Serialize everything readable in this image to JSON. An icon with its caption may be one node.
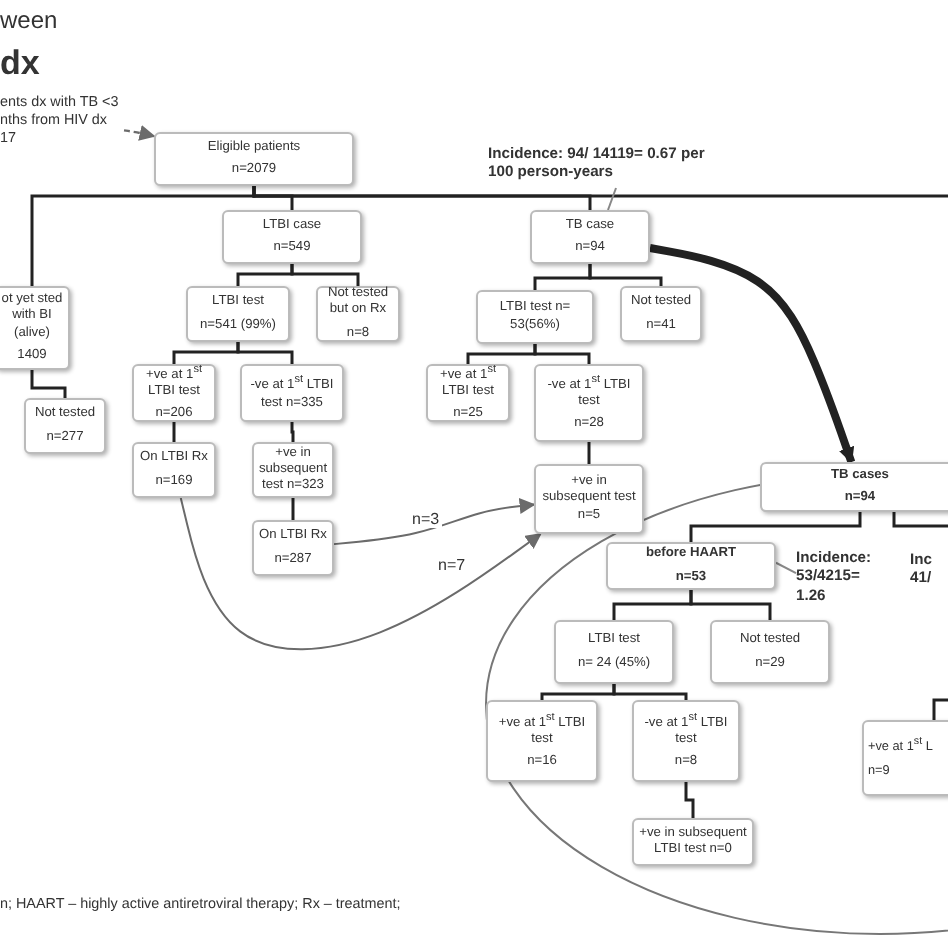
{
  "diagram": {
    "nodes": [
      {
        "text": [
          "ents dx with TB <3 nths from HIV dx 17"
        ]
      },
      {
        "text": [
          "Eligible patients",
          "n=2079"
        ]
      },
      {
        "text": [
          "LTBI case",
          "n=549"
        ]
      },
      {
        "text": [
          "ot yet sted with BI (alive)",
          "1409"
        ]
      },
      {
        "text": [
          "Not tested",
          "n=277"
        ]
      },
      {
        "text": [
          "LTBI test",
          "n=541 (99%)"
        ]
      },
      {
        "text": [
          "Not tested but on Rx",
          "n=8"
        ]
      },
      {
        "text": [
          "+ve at 1$^{st}$ LTBI test",
          "n=206"
        ]
      },
      {
        "text": [
          "-ve at 1$^{st}$ LTBI test n=335"
        ]
      },
      {
        "text": [
          "On LTBI Rx",
          "n=169"
        ]
      },
      {
        "text": [
          "+ve in subsequent test n=323"
        ]
      },
      {
        "text": [
          "On LTBI Rx",
          "n=287"
        ]
      },
      {
        "text": [
          "Incidence: 94/ 14119= 0.67 per 100 person-years"
        ]
      },
      {
        "text": [
          "TB case",
          "n=94"
        ]
      },
      {
        "text": [
          "LTBI test n= 53(56%)"
        ]
      },
      {
        "text": [
          "Not tested",
          "n=41"
        ]
      },
      {
        "text": [
          "+ve at 1$^{st}$ LTBI test",
          "n=25"
        ]
      },
      {
        "text": [
          "-ve at 1$^{st}$ LTBI test",
          "n=28"
        ]
      },
      {
        "text": [
          "+ve in subsequent test n=5"
        ]
      },
      {
        "text": [
          "TB cases",
          "n=94"
        ]
      },
      {
        "text": [
          "before HAART",
          "n=53"
        ]
      },
      {
        "text": [
          "Incidence: 53/4215= 1.26"
        ]
      },
      {
        "text": [
          "LTBI test",
          "n= 24 (45%)"
        ]
      },
      {
        "text": [
          "Not tested",
          "n=29"
        ]
      },
      {
        "text": [
          "+ve at 1$^{st}$ LTBI test",
          "n=16"
        ]
      },
      {
        "text": [
          "-ve at 1$^{st}$ LTBI test",
          "n=8"
        ]
      },
      {
        "text": [
          "+ve in subsequent LTBI test n=0"
        ]
      },
      {
        "text": [
          "+ve at 1$^{st}$ L",
          "n=9"
        ]
      }
    ],
    "edges": [
      {
        "from": 0,
        "to": 1,
        "arrow": "to",
        "style": "dashed",
        "color": "#6b6b6b"
      },
      {
        "from": 1,
        "to": 3,
        "arrow": "none"
      },
      {
        "from": 1,
        "to": 2,
        "arrow": "none"
      },
      {
        "from": 1,
        "to": 13,
        "arrow": "none"
      },
      {
        "from": 1,
        "to": null,
        "arrow": "none"
      },
      {
        "from": 3,
        "to": 4,
        "arrow": "none"
      },
      {
        "from": 2,
        "to": 5,
        "arrow": "none"
      },
      {
        "from": 2,
        "to": 6,
        "arrow": "none"
      },
      {
        "from": 5,
        "to": 7,
        "arrow": "none"
      },
      {
        "from": 5,
        "to": 8,
        "arrow": "none"
      },
      {
        "from": 7,
        "to": 9,
        "arrow": "none"
      },
      {
        "from": 8,
        "to": 10,
        "arrow": "none"
      },
      {
        "from": 10,
        "to": 11,
        "arrow": "none"
      },
      {
        "from": 12,
        "to": 13,
        "arrow": "none",
        "color": "#888888"
      },
      {
        "from": 13,
        "to": 14,
        "arrow": "none"
      },
      {
        "from": 13,
        "to": 15,
        "arrow": "none"
      },
      {
        "from": 14,
        "to": 16,
        "arrow": "none"
      },
      {
        "from": 14,
        "to": 17,
        "arrow": "none"
      },
      {
        "from": 17,
        "to": 18,
        "arrow": "none"
      },
      {
        "from": 11,
        "to": 18,
        "arrow": "to",
        "label": "n=3",
        "color": "#6b6b6b"
      },
      {
        "from": 9,
        "to": 18,
        "arrow": "to",
        "label": "n=7",
        "color": "#6b6b6b"
      },
      {
        "from": 13,
        "to": 19,
        "arrow": "to",
        "style": "thick"
      },
      {
        "from": 21,
        "to": 20,
        "arrow": "none",
        "color": "#888888"
      },
      {
        "from": 19,
        "to": 20,
        "arrow": "none"
      },
      {
        "from": 19,
        "to": null,
        "arrow": "none"
      },
      {
        "from": 20,
        "to": 22,
        "arrow": "none"
      },
      {
        "from": 20,
        "to": 23,
        "arrow": "none"
      },
      {
        "from": 22,
        "to": 24,
        "arrow": "none"
      },
      {
        "from": 22,
        "to": 25,
        "arrow": "none"
      },
      {
        "from": 25,
        "to": 26,
        "arrow": "none"
      },
      {
        "from": null,
        "to": 27,
        "arrow": "none"
      }
    ],
    "labels": [
      "ween",
      "dx",
      "Inc 41/",
      "n; HAART – highly active antiretroviral therapy; Rx – treatment;"
    ]
  }
}
